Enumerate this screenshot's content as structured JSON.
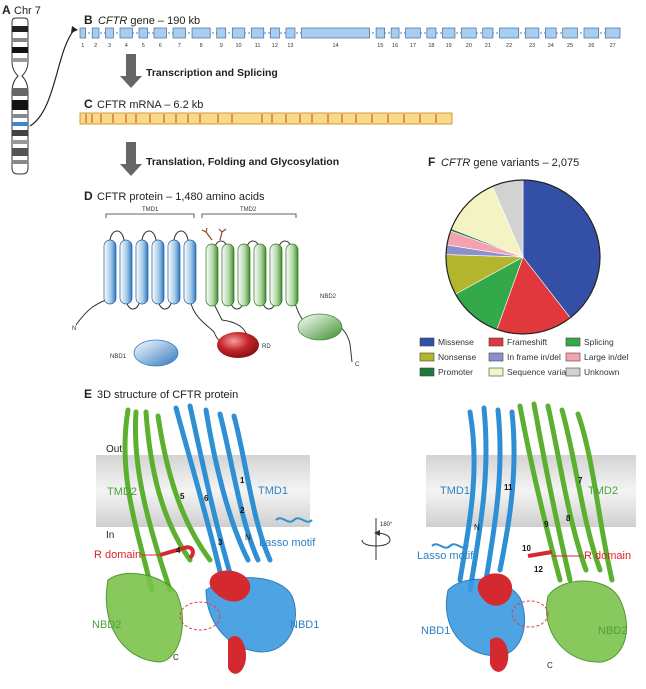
{
  "panel_a": {
    "letter": "A",
    "caption": "Chr 7"
  },
  "panel_b": {
    "letter": "B",
    "gene": "CFTR",
    "caption_rest": " gene – 190 kb",
    "exons": [
      "1",
      "2",
      "3",
      "4",
      "5",
      "6",
      "7",
      "8",
      "9",
      "10",
      "11",
      "12",
      "13",
      "14",
      "15",
      "16",
      "17",
      "18",
      "19",
      "20",
      "21",
      "22",
      "23",
      "24",
      "25",
      "26",
      "27"
    ]
  },
  "step1": "Transcription and Splicing",
  "panel_c": {
    "letter": "C",
    "caption": "CFTR mRNA – 6.2 kb"
  },
  "step2": "Translation, Folding and Glycosylation",
  "panel_d": {
    "letter": "D",
    "caption": "CFTR protein – 1,480 amino acids",
    "labels": {
      "tmd1": "TMD1",
      "tmd2": "TMD2",
      "nbd1": "NBD1",
      "nbd2": "NBD2",
      "rd": "RD",
      "n": "N",
      "c": "C"
    }
  },
  "panel_e": {
    "letter": "E",
    "caption": "3D structure of CFTR protein",
    "left": {
      "out": "Out",
      "in": "In",
      "tmd2": "TMD2",
      "tmd1": "TMD1",
      "r_domain": "R domain",
      "lasso": "Lasso motif",
      "nbd2": "NBD2",
      "nbd1": "NBD1",
      "n": "N",
      "c": "C",
      "helices": [
        "1",
        "2",
        "3",
        "4",
        "5",
        "6"
      ]
    },
    "rotation": "180°",
    "right": {
      "tmd1": "TMD1",
      "tmd2": "TMD2",
      "r_domain": "R domain",
      "lasso": "Lasso motif",
      "nbd1": "NBD1",
      "nbd2": "NBD2",
      "n": "N",
      "c": "C",
      "helices": [
        "7",
        "8",
        "9",
        "10",
        "11",
        "12"
      ]
    }
  },
  "panel_f": {
    "letter": "F",
    "gene": "CFTR",
    "caption_rest": " gene variants – 2,075"
  },
  "colors": {
    "exon": "#a9cdee",
    "mrna": "#fbd98a",
    "tmd_blue": "#3f86c7",
    "tmd_green": "#4e9a3d",
    "rd": "#b01e22"
  },
  "chart_data": {
    "type": "pie",
    "title": "CFTR gene variants – 2,075",
    "slices": [
      {
        "name": "Missense",
        "value": 39.5,
        "color": "#3450a6"
      },
      {
        "name": "Frameshift",
        "value": 16.0,
        "color": "#e0383c"
      },
      {
        "name": "Splicing",
        "value": 11.5,
        "color": "#33a94a"
      },
      {
        "name": "Nonsense",
        "value": 8.5,
        "color": "#b3b52c"
      },
      {
        "name": "In frame in/del",
        "value": 2.0,
        "color": "#8b8fcf"
      },
      {
        "name": "Large in/del",
        "value": 3.0,
        "color": "#f4a3ae"
      },
      {
        "name": "Promoter",
        "value": 0.5,
        "color": "#1f7a3a"
      },
      {
        "name": "Sequence variation",
        "value": 12.5,
        "color": "#f4f3c3"
      },
      {
        "name": "Unknown",
        "value": 6.5,
        "color": "#d2d2d2"
      }
    ],
    "legend_placement": "bottom"
  }
}
